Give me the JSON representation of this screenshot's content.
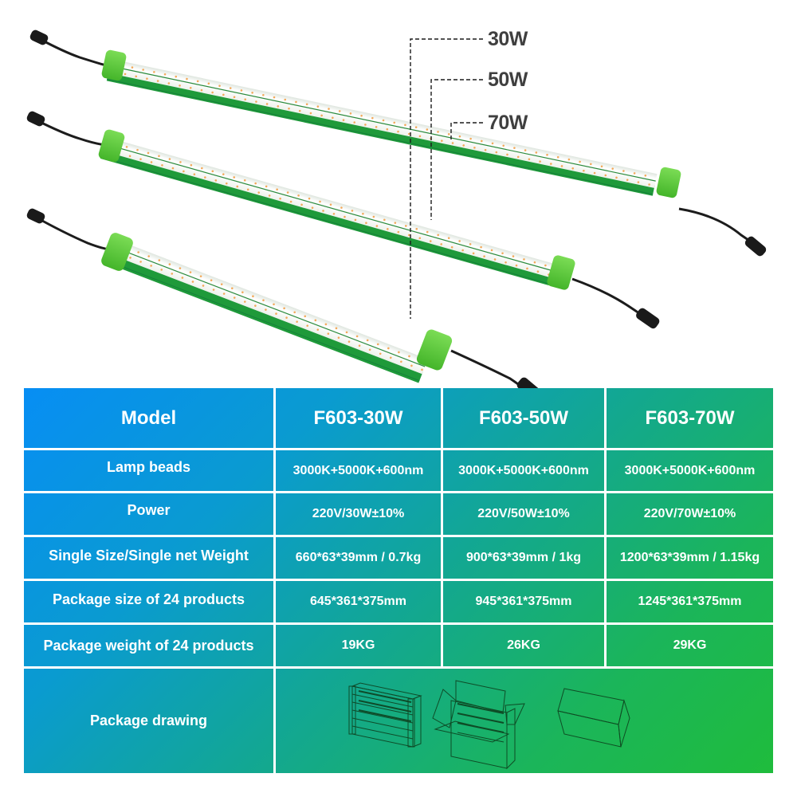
{
  "product_image": {
    "callouts": [
      {
        "label": "30W"
      },
      {
        "label": "50W"
      },
      {
        "label": "70W"
      }
    ],
    "colors": {
      "end_cap": "#5fcf3c",
      "housing": "#1f9a3a",
      "diffuser": "#f4f7f3",
      "led_bead": "#f3a95a",
      "cable": "#1c1c1c",
      "callout_text": "#3f3f3f"
    }
  },
  "table": {
    "header": {
      "label": "Model",
      "models": [
        "F603-30W",
        "F603-50W",
        "F603-70W"
      ]
    },
    "rows": [
      {
        "label": "Lamp beads",
        "values": [
          "3000K+5000K+600nm",
          "3000K+5000K+600nm",
          "3000K+5000K+600nm"
        ]
      },
      {
        "label": "Power",
        "values": [
          "220V/30W±10%",
          "220V/50W±10%",
          "220V/70W±10%"
        ]
      },
      {
        "label": "Single Size/Single net Weight",
        "values": [
          "660*63*39mm / 0.7kg",
          "900*63*39mm / 1kg",
          "1200*63*39mm / 1.15kg"
        ]
      },
      {
        "label": "Package size of 24 products",
        "values": [
          "645*361*375mm",
          "945*361*375mm",
          "1245*361*375mm"
        ]
      },
      {
        "label": "Package weight of 24 products",
        "values": [
          "19KG",
          "26KG",
          "29KG"
        ]
      }
    ],
    "package_drawing": {
      "label": "Package drawing",
      "drawings": [
        "stacked-lamps-drawing",
        "open-box-drawing",
        "closed-box-drawing"
      ]
    },
    "colors": {
      "gradient_start": "#078ef4",
      "gradient_end": "#1fbc3c",
      "grid_line": "#ffffff",
      "text": "#ffffff"
    }
  }
}
